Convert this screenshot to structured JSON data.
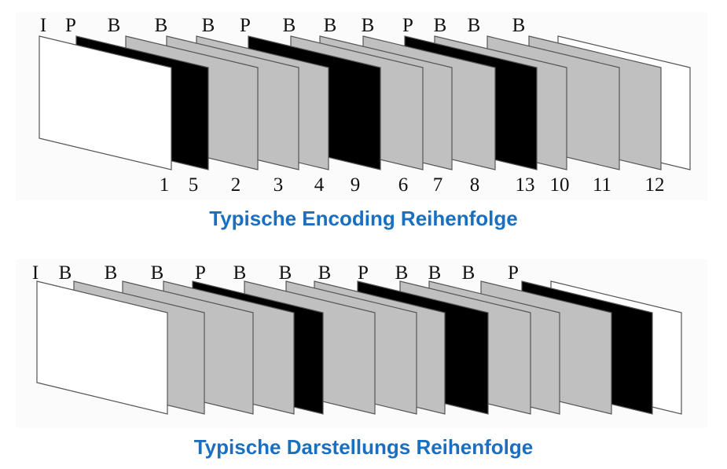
{
  "colors": {
    "I": "#ffffff",
    "P": "#000000",
    "B": "#c0c0c0",
    "title": "#1a6fc1",
    "trailing": "#ffffff"
  },
  "encoding": {
    "title": "Typische Encoding Reihenfolge",
    "frame_types": [
      "I",
      "P",
      "B",
      "B",
      "B",
      "P",
      "B",
      "B",
      "B",
      "P",
      "B",
      "B",
      "B"
    ],
    "order_numbers": [
      "1",
      "5",
      "2",
      "3",
      "4",
      "9",
      "6",
      "7",
      "8",
      "13",
      "10",
      "11",
      "12"
    ],
    "has_trailing_frame": true
  },
  "display": {
    "title": "Typische Darstellungs Reihenfolge",
    "frame_types": [
      "I",
      "B",
      "B",
      "B",
      "P",
      "B",
      "B",
      "B",
      "P",
      "B",
      "B",
      "B",
      "P"
    ],
    "has_trailing_frame": true
  }
}
